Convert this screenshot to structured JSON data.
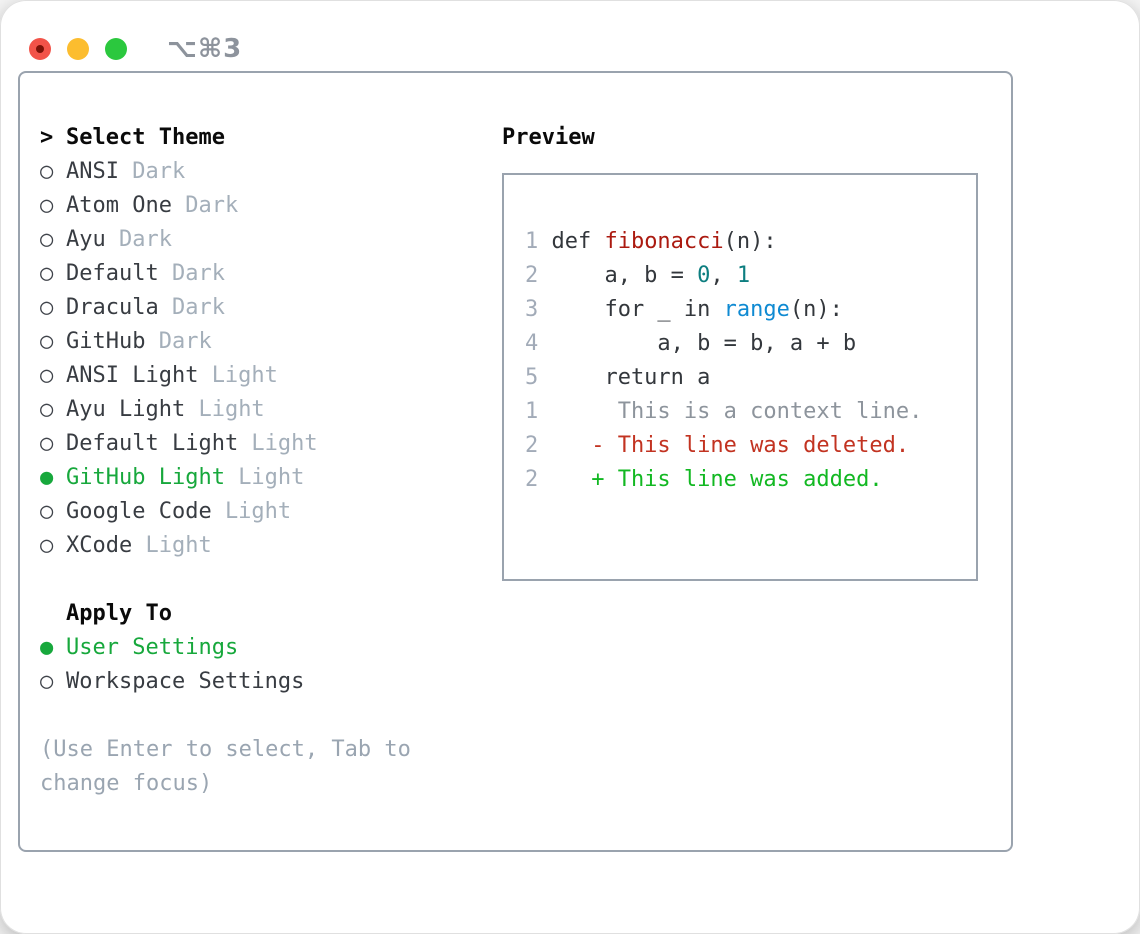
{
  "window": {
    "title": "⌥⌘3",
    "traffic_lights": [
      "close",
      "minimize",
      "zoom"
    ]
  },
  "icons": {
    "radio_selected": "●",
    "radio_unselected": "○"
  },
  "panel": {
    "theme_section": {
      "header_prefix": ">",
      "header": "Select Theme",
      "items": [
        {
          "name": "ANSI",
          "variant": "Dark",
          "selected": false
        },
        {
          "name": "Atom One",
          "variant": "Dark",
          "selected": false
        },
        {
          "name": "Ayu",
          "variant": "Dark",
          "selected": false
        },
        {
          "name": "Default",
          "variant": "Dark",
          "selected": false
        },
        {
          "name": "Dracula",
          "variant": "Dark",
          "selected": false
        },
        {
          "name": "GitHub",
          "variant": "Dark",
          "selected": false
        },
        {
          "name": "ANSI Light",
          "variant": "Light",
          "selected": false
        },
        {
          "name": "Ayu Light",
          "variant": "Light",
          "selected": false
        },
        {
          "name": "Default Light",
          "variant": "Light",
          "selected": false
        },
        {
          "name": "GitHub Light",
          "variant": "Light",
          "selected": true
        },
        {
          "name": "Google Code",
          "variant": "Light",
          "selected": false
        },
        {
          "name": "XCode",
          "variant": "Light",
          "selected": false
        }
      ]
    },
    "apply_section": {
      "header": "Apply To",
      "items": [
        {
          "name": "User Settings",
          "selected": true
        },
        {
          "name": "Workspace Settings",
          "selected": false
        }
      ]
    },
    "help_text": "(Use Enter to select, Tab to change focus)",
    "preview": {
      "header": "Preview",
      "code_lines": [
        {
          "num": "1",
          "segments": [
            [
              "def ",
              "code"
            ],
            [
              "fibonacci",
              "func"
            ],
            [
              "(n):",
              "code"
            ]
          ]
        },
        {
          "num": "2",
          "segments": [
            [
              "    a, b = ",
              "code"
            ],
            [
              "0",
              "num"
            ],
            [
              ", ",
              "code"
            ],
            [
              "1",
              "num"
            ]
          ]
        },
        {
          "num": "3",
          "segments": [
            [
              "    for _ in ",
              "code"
            ],
            [
              "range",
              "builtin"
            ],
            [
              "(n):",
              "code"
            ]
          ]
        },
        {
          "num": "4",
          "segments": [
            [
              "        a, b = b, a + b",
              "code"
            ]
          ]
        },
        {
          "num": "5",
          "segments": [
            [
              "    return a",
              "code"
            ]
          ]
        },
        {
          "num": "",
          "segments": []
        },
        {
          "num": "1",
          "segments": [
            [
              "     This is a context line.",
              "context"
            ]
          ]
        },
        {
          "num": "2",
          "segments": [
            [
              "   - This line was deleted.",
              "deleted"
            ]
          ]
        },
        {
          "num": "2",
          "segments": [
            [
              "   + This line was added.",
              "added"
            ]
          ]
        }
      ]
    }
  },
  "colors": {
    "accent_green": "#17a83c",
    "diff_added": "#12b822",
    "diff_deleted": "#c23321",
    "diff_context": "#8d949c",
    "code_function_red": "#ab1a10",
    "code_number_teal": "#0d7e80",
    "code_builtin_blue": "#0f8ad2",
    "code_text": "#33373c",
    "line_number_gray": "#a2abb8",
    "item_text": "#383c42",
    "variant_gray": "#a4afba",
    "heading_black": "#0a0a0a",
    "help_gray": "#9aa5b1",
    "panel_border": "#9aa3ae",
    "titlebar_text": "#8d939c",
    "traffic_red": "#f25349",
    "traffic_red_dot": "#7c1208",
    "traffic_yellow": "#fcbd2f",
    "traffic_green": "#2bc83e"
  }
}
